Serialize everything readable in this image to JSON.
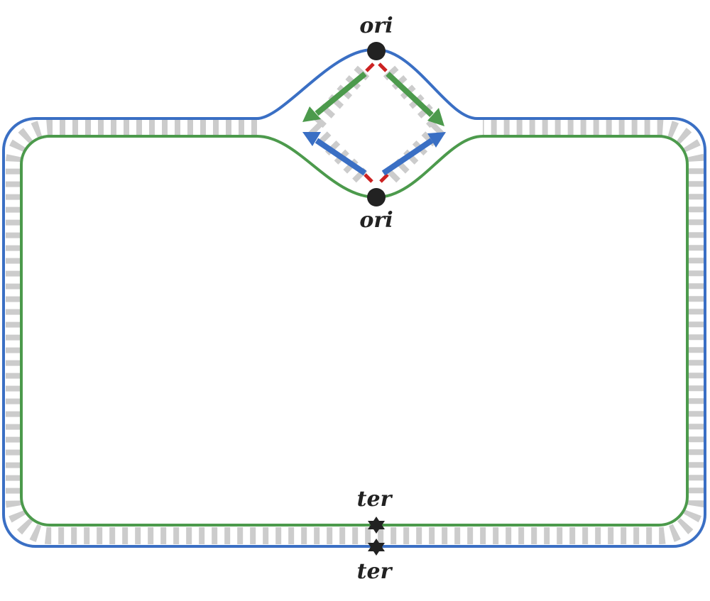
{
  "labels": {
    "ori_top": "ori",
    "ori_bottom": "ori",
    "ter_top": "ter",
    "ter_bottom": "ter"
  },
  "colors": {
    "outer_strand": "#3a6fc4",
    "inner_strand": "#4c9a4c",
    "rungs": "#cccccc",
    "primer": "#cc2222",
    "marker": "#222222"
  }
}
